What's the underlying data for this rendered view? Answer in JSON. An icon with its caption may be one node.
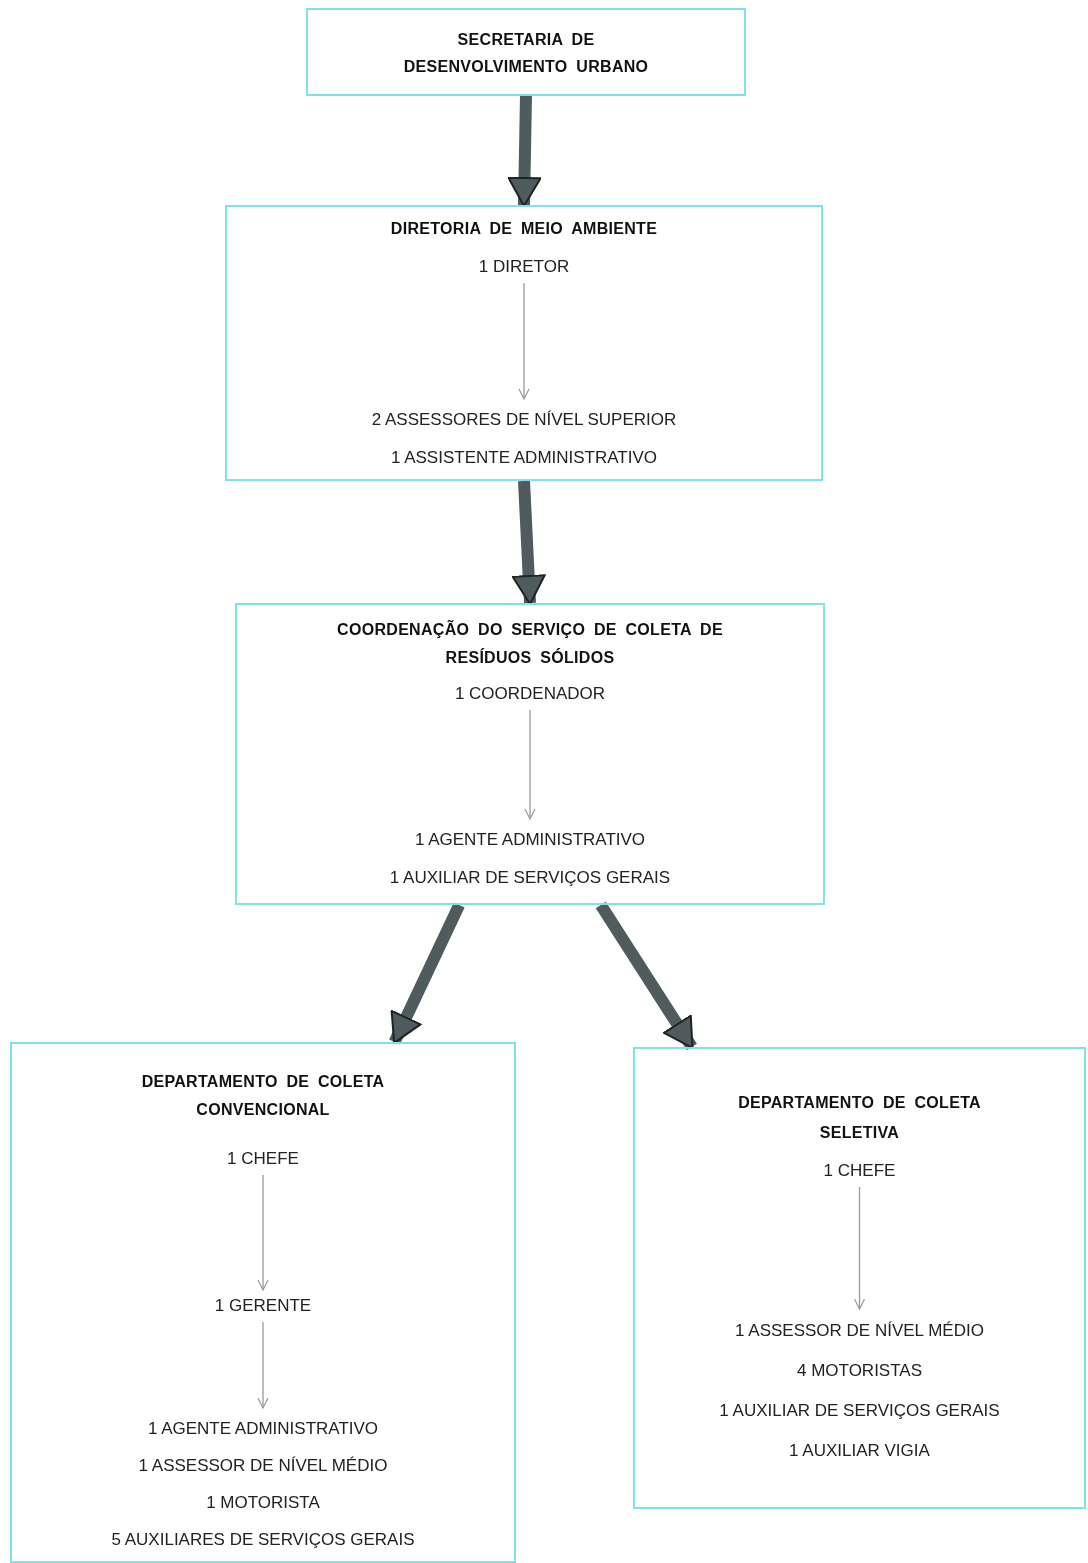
{
  "diagram": {
    "nodes": [
      {
        "text": [
          "SECRETARIA DE DESENVOLVIMENTO URBANO"
        ]
      },
      {
        "text": [
          "DIRETORIA DE MEIO AMBIENTE"
        ]
      },
      {
        "text": [
          "1 DIRETOR"
        ],
        "in": 1
      },
      {
        "text": [
          "2 ASSESSORES DE NÍVEL SUPERIOR",
          "1 ASSISTENTE ADMINISTRATIVO"
        ],
        "in": 1
      },
      {
        "text": [
          "COORDENAÇÃO DO SERVIÇO DE COLETA DE RESÍDUOS SÓLIDOS"
        ]
      },
      {
        "text": [
          "1 COORDENADOR"
        ],
        "in": 4
      },
      {
        "text": [
          "1 AGENTE ADMINISTRATIVO",
          "1 AUXILIAR DE SERVIÇOS GERAIS"
        ],
        "in": 4
      },
      {
        "text": [
          "DEPARTAMENTO DE COLETA CONVENCIONAL"
        ]
      },
      {
        "text": [
          "1 CHEFE"
        ],
        "in": 7
      },
      {
        "text": [
          "1 GERENTE"
        ],
        "in": 7
      },
      {
        "text": [
          "1 AGENTE ADMINISTRATIVO",
          "1 ASSESSOR DE NÍVEL MÉDIO",
          "1 MOTORISTA",
          "5 AUXILIARES DE SERVIÇOS GERAIS"
        ],
        "in": 7
      },
      {
        "text": [
          "DEPARTAMENTO DE COLETA SELETIVA"
        ]
      },
      {
        "text": [
          "1 CHEFE"
        ],
        "in": 11
      },
      {
        "text": [
          "1 ASSESSOR DE NÍVEL MÉDIO",
          "4 MOTORISTAS",
          "1 AUXILIAR DE SERVIÇOS GERAIS",
          "1 AUXILIAR VIGIA"
        ],
        "in": 11
      }
    ],
    "edges": [
      {
        "from": 0,
        "to": 1,
        "arrow": "to",
        "style": "thick",
        "color": "#505b5d"
      },
      {
        "from": 2,
        "to": 3,
        "arrow": "to"
      },
      {
        "from": 1,
        "to": 4,
        "arrow": "to",
        "style": "thick",
        "color": "#505b5d"
      },
      {
        "from": 5,
        "to": 6,
        "arrow": "to"
      },
      {
        "from": 4,
        "to": 7,
        "arrow": "to",
        "style": "thick",
        "color": "#505b5d"
      },
      {
        "from": 4,
        "to": 11,
        "arrow": "to",
        "style": "thick",
        "color": "#505b5d"
      },
      {
        "from": 8,
        "to": 9,
        "arrow": "to"
      },
      {
        "from": 9,
        "to": 10,
        "arrow": "to"
      },
      {
        "from": 12,
        "to": 13,
        "arrow": "to"
      }
    ]
  }
}
